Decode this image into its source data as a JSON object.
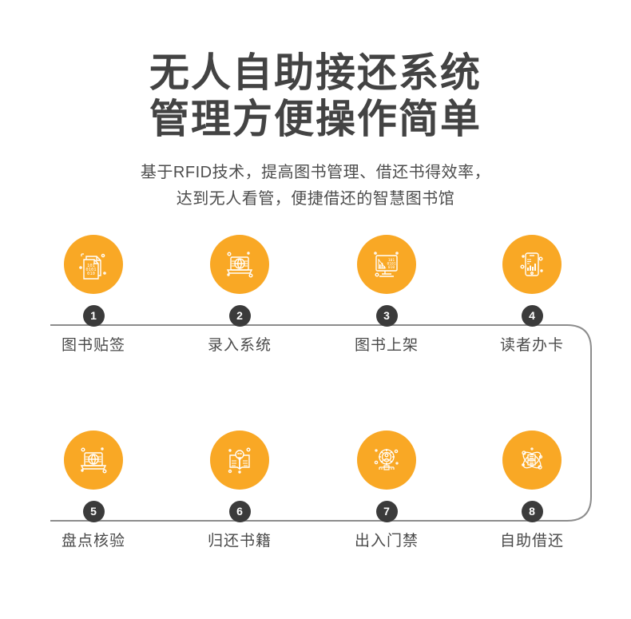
{
  "header": {
    "title_line1": "无人自助接还系统",
    "title_line2": "管理方便操作简单",
    "subtitle_line1": "基于RFID技术，提高图书管理、借还书得效率，",
    "subtitle_line2": "达到无人看管，便捷借还的智慧图书馆"
  },
  "colors": {
    "accent_orange": "#f9a825",
    "badge_dark": "#3b3b3b",
    "text_dark": "#434343",
    "text_body": "#4a4a4a",
    "line_gray": "#8c8c8c"
  },
  "flow": {
    "row_top": [
      {
        "number": "1",
        "label": "图书贴签",
        "icon": "binary-document-icon"
      },
      {
        "number": "2",
        "label": "录入系统",
        "icon": "laptop-globe-icon"
      },
      {
        "number": "3",
        "label": "图书上架",
        "icon": "monitor-chart-binary-icon"
      },
      {
        "number": "4",
        "label": "读者办卡",
        "icon": "smartphone-barchart-icon"
      }
    ],
    "row_bottom": [
      {
        "number": "5",
        "label": "盘点核验",
        "icon": "laptop-globe-icon"
      },
      {
        "number": "6",
        "label": "归还书籍",
        "icon": "book-lightbulb-icon"
      },
      {
        "number": "7",
        "label": "出入门禁",
        "icon": "gear-person-icon"
      },
      {
        "number": "8",
        "label": "自助借还",
        "icon": "atom-documents-icon"
      }
    ]
  }
}
